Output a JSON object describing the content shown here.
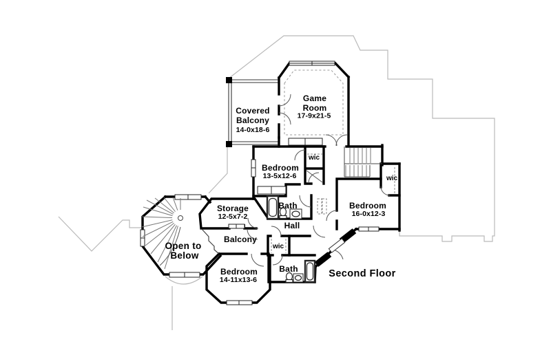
{
  "plan": {
    "title": "Second Floor",
    "rooms": {
      "covered_balcony": {
        "line1": "Covered",
        "line2": "Balcony",
        "dims": "14-0x18-6"
      },
      "game_room": {
        "line1": "Game",
        "line2": "Room",
        "dims": "17-9x21-5"
      },
      "bedroom_13": {
        "name": "Bedroom",
        "dims": "13-5x12-6"
      },
      "bedroom_16": {
        "name": "Bedroom",
        "dims": "16-0x12-3"
      },
      "bedroom_14": {
        "name": "Bedroom",
        "dims": "14-11x13-6"
      },
      "storage": {
        "name": "Storage",
        "dims": "12-5x7-2"
      },
      "bath_upper": {
        "name": "Bath"
      },
      "bath_lower": {
        "name": "Bath"
      },
      "hall": {
        "name": "Hall"
      },
      "balcony": {
        "name": "Balcony"
      },
      "open_to_below": {
        "line1": "Open to",
        "line2": "Below"
      },
      "wic_top": {
        "name": "wic"
      },
      "wic_right": {
        "name": "wic"
      },
      "wic_lower": {
        "name": "wic"
      }
    },
    "colors": {
      "wall": "#000000",
      "roof_line": "#b9b9b9",
      "text": "#000000",
      "background": "#ffffff"
    }
  }
}
